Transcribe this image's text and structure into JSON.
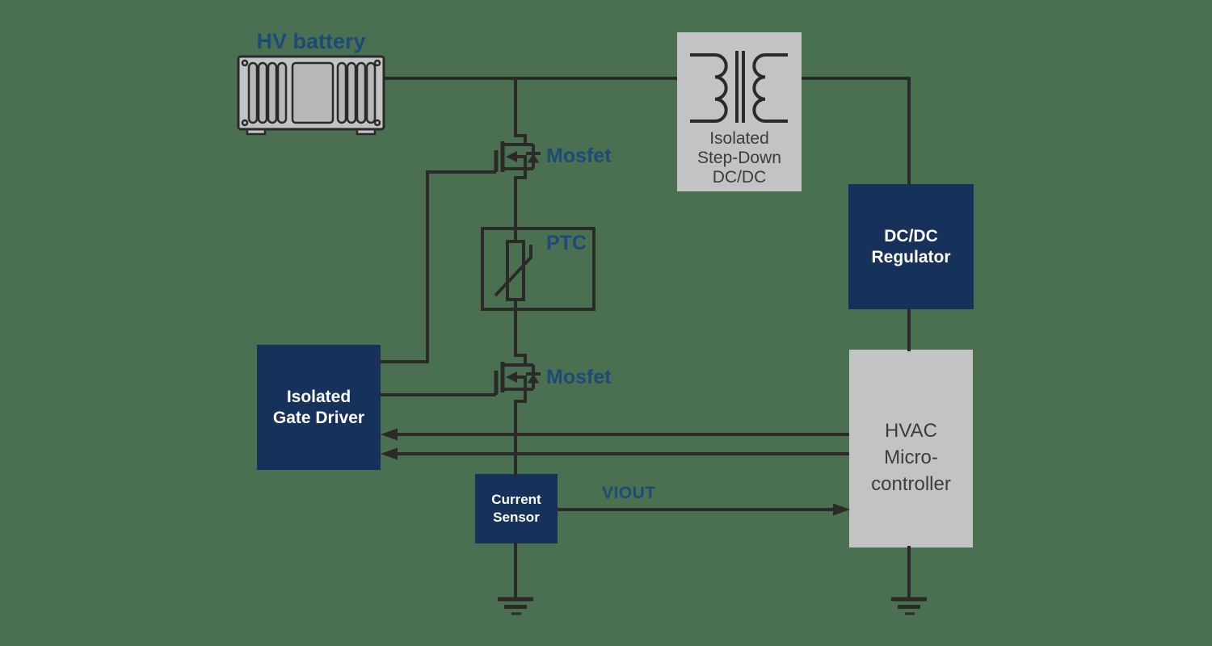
{
  "colors": {
    "background": "#4A7051",
    "wire": "#2B2A29",
    "navy_box": "#16325A",
    "gray_box": "#C2C3C5",
    "gray_box_text": "#3C3C3B",
    "label_blue": "#1D4B77",
    "battery_slot": "#B6B8BA",
    "box_text_white": "#FFFFFF"
  },
  "labels": {
    "hv_battery": "HV battery",
    "mosfet_top": "Mosfet",
    "mosfet_bottom": "Mosfet",
    "ptc": "PTC",
    "viout": "VIOUT"
  },
  "boxes": {
    "isolated_dcdc": {
      "lines": [
        "Isolated",
        "Step-Down",
        "DC/DC"
      ]
    },
    "dcdc_regulator": {
      "lines": [
        "DC/DC",
        "Regulator"
      ]
    },
    "hvac_micro": {
      "lines": [
        "HVAC",
        "Micro-",
        "controller"
      ]
    },
    "gate_driver": {
      "lines": [
        "Isolated",
        "Gate Driver"
      ]
    },
    "current_sensor": {
      "lines": [
        "Current",
        "Sensor"
      ]
    }
  }
}
